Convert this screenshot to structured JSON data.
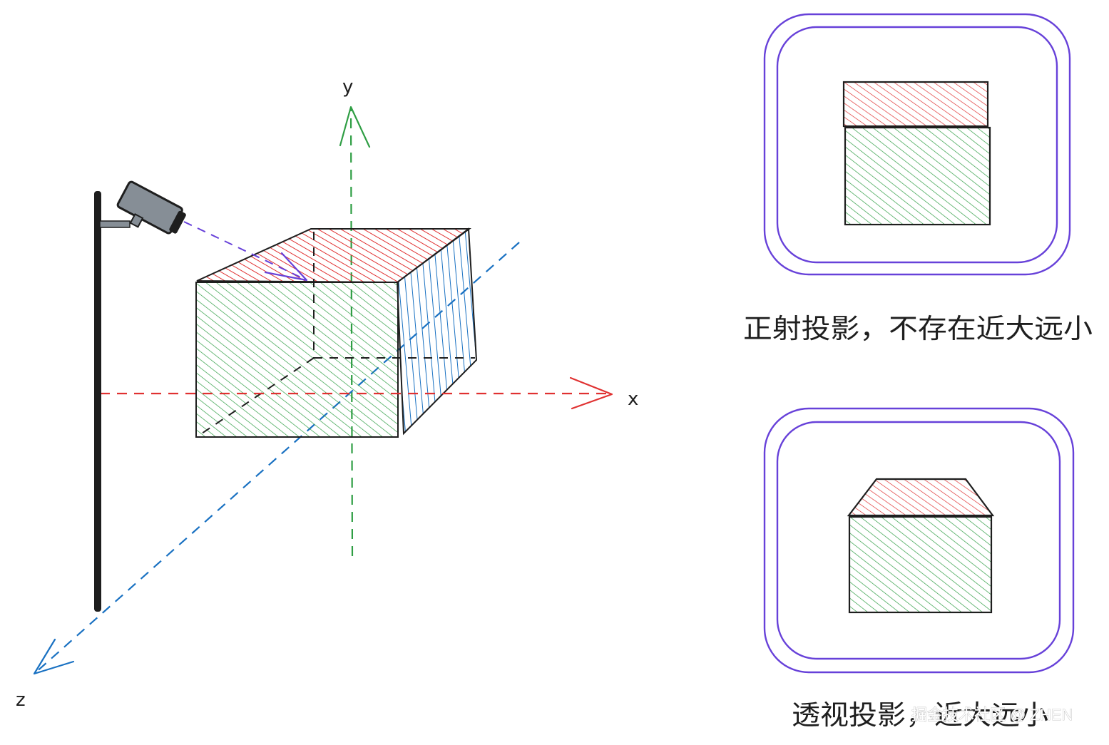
{
  "axes": {
    "x_label": "x",
    "y_label": "y",
    "z_label": "z"
  },
  "captions": {
    "orthographic": "正射投影，不存在近大远小",
    "perspective": "透视投影，近大远小"
  },
  "watermark": "掘金技术社区 @ ZHEN",
  "colors": {
    "x_axis": "#e03131",
    "y_axis": "#2f9e44",
    "z_axis": "#1971c2",
    "top_face": "#e03131",
    "front_face": "#2f9e44",
    "side_face": "#1971c2",
    "camera_ray": "#6741d9",
    "frame": "#6741d9",
    "ink": "#1e1e1e",
    "camera_body": "#868e96"
  },
  "icons": {
    "camera": "security-camera-icon"
  }
}
